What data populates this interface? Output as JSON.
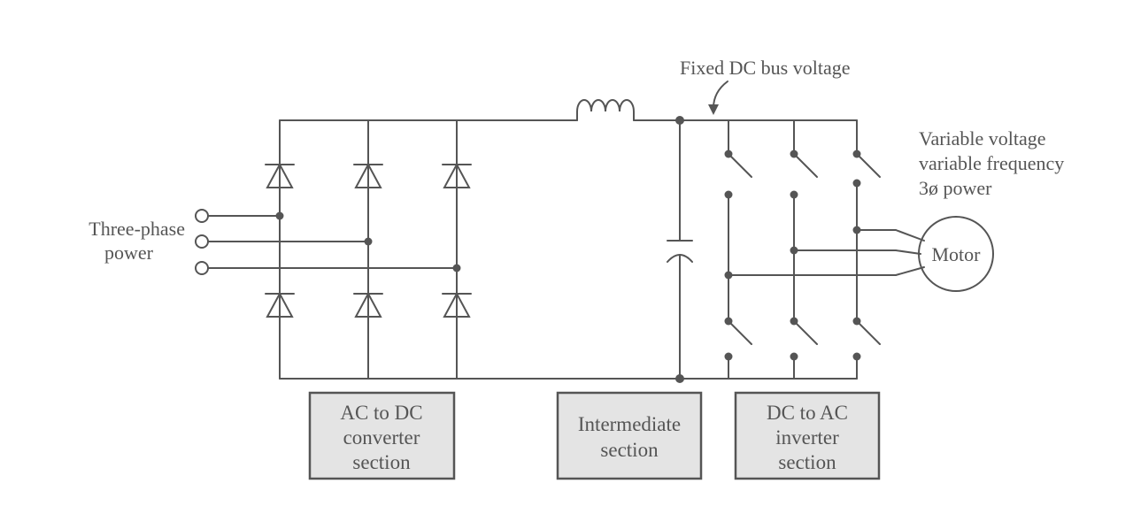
{
  "input": {
    "lines": [
      "Three-phase",
      "power"
    ]
  },
  "annotation": {
    "bus": "Fixed DC bus voltage"
  },
  "output": {
    "lines": [
      "Variable voltage",
      "variable frequency",
      "3ø power"
    ]
  },
  "motor": {
    "label": "Motor"
  },
  "sections": [
    {
      "lines": [
        "AC to DC",
        "converter",
        "section"
      ]
    },
    {
      "lines": [
        "Intermediate",
        "section"
      ]
    },
    {
      "lines": [
        "DC to AC",
        "inverter",
        "section"
      ]
    }
  ],
  "colors": {
    "ink": "#555555",
    "box_fill": "#e4e4e4",
    "background": "#ffffff"
  }
}
